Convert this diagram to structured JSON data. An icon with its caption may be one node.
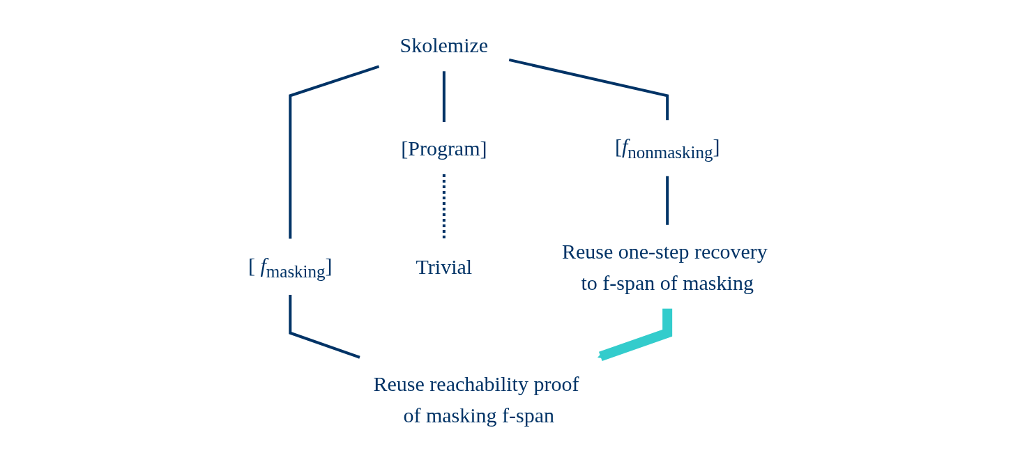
{
  "diagram": {
    "nodes": [
      {
        "text": [
          "Skolemize"
        ]
      },
      {
        "text": [
          "[Program]"
        ]
      },
      {
        "text": [
          "[ *f*$_{masking}$]"
        ]
      },
      {
        "text": [
          "[*f*$_{nonmasking}$]"
        ]
      },
      {
        "text": [
          "Trivial"
        ]
      },
      {
        "text": [
          "Reuse reachability proof of masking f-span"
        ]
      },
      {
        "text": [
          "Reuse one-step recovery to f-span of masking"
        ]
      }
    ],
    "edges": [
      {
        "from": 0,
        "to": 1,
        "arrow": "none"
      },
      {
        "from": 0,
        "to": 2,
        "arrow": "none"
      },
      {
        "from": 0,
        "to": 3,
        "arrow": "none"
      },
      {
        "from": 1,
        "to": 4,
        "arrow": "none",
        "style": "dashed"
      },
      {
        "from": 2,
        "to": 5,
        "arrow": "none"
      },
      {
        "from": 3,
        "to": 6,
        "arrow": "none"
      },
      {
        "from": 6,
        "to": 5,
        "arrow": "to",
        "style": "thick",
        "color": "#33cccc"
      }
    ]
  }
}
